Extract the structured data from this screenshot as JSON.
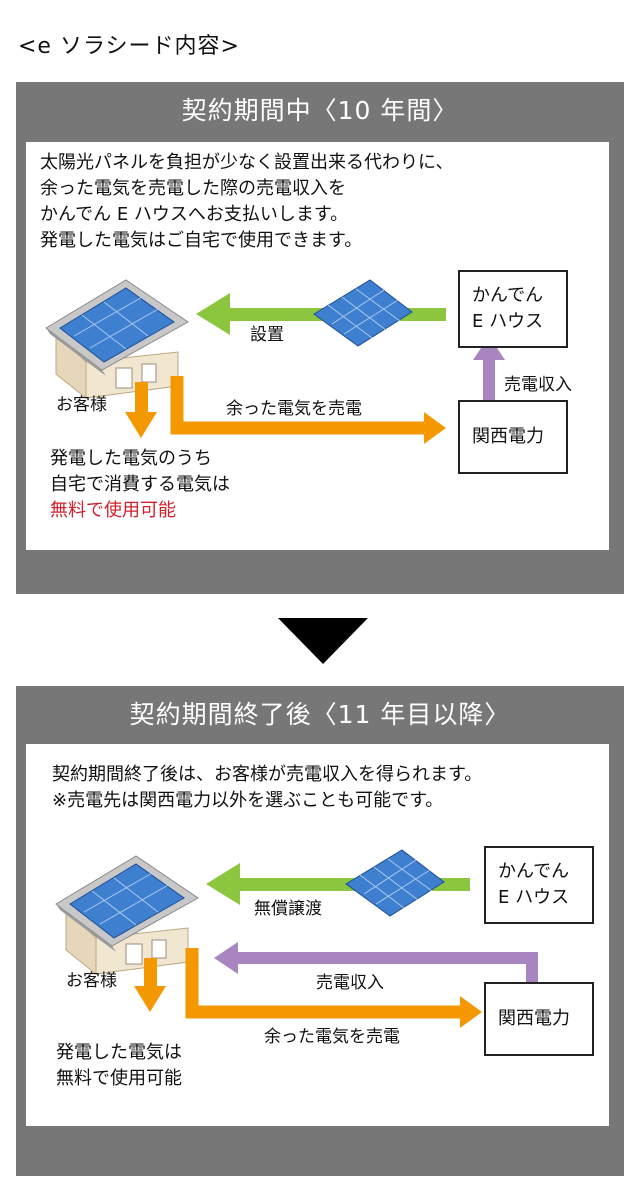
{
  "page_title": "<e ソラシード内容>",
  "arrow_icon": "down-triangle-icon",
  "colors": {
    "panel_bg": "#777777",
    "green_arrow": "#8cc63f",
    "orange_arrow": "#f39800",
    "purple_arrow": "#a885c0",
    "red_text": "#d0202b"
  },
  "section1": {
    "heading": "契約期間中〈10 年間〉",
    "description": [
      "太陽光パネルを負担が少なく設置出来る代わりに、",
      "余った電気を売電した際の売電収入を",
      "かんでん E ハウスへお支払いします。",
      "発電した電気はご自宅で使用できます。"
    ],
    "kanden_e_house": [
      "かんでん",
      "E ハウス"
    ],
    "kansai_denryoku": "関西電力",
    "customer": "お客様",
    "install_label": "設置",
    "revenue_label": "売電収入",
    "surplus_label": "余った電気を売電",
    "usage_lines": [
      "発電した電気のうち",
      "自宅で消費する電気は"
    ],
    "usage_free": "無料で使用可能"
  },
  "section2": {
    "heading": "契約期間終了後〈11 年目以降〉",
    "description": [
      "契約期間終了後は、お客様が売電収入を得られます。",
      "※売電先は関西電力以外を選ぶことも可能です。"
    ],
    "kanden_e_house": [
      "かんでん",
      "E ハウス"
    ],
    "kansai_denryoku": "関西電力",
    "customer": "お客様",
    "transfer_label": "無償譲渡",
    "revenue_label": "売電収入",
    "surplus_label": "余った電気を売電",
    "usage_lines": [
      "発電した電気は",
      "無料で使用可能"
    ]
  }
}
